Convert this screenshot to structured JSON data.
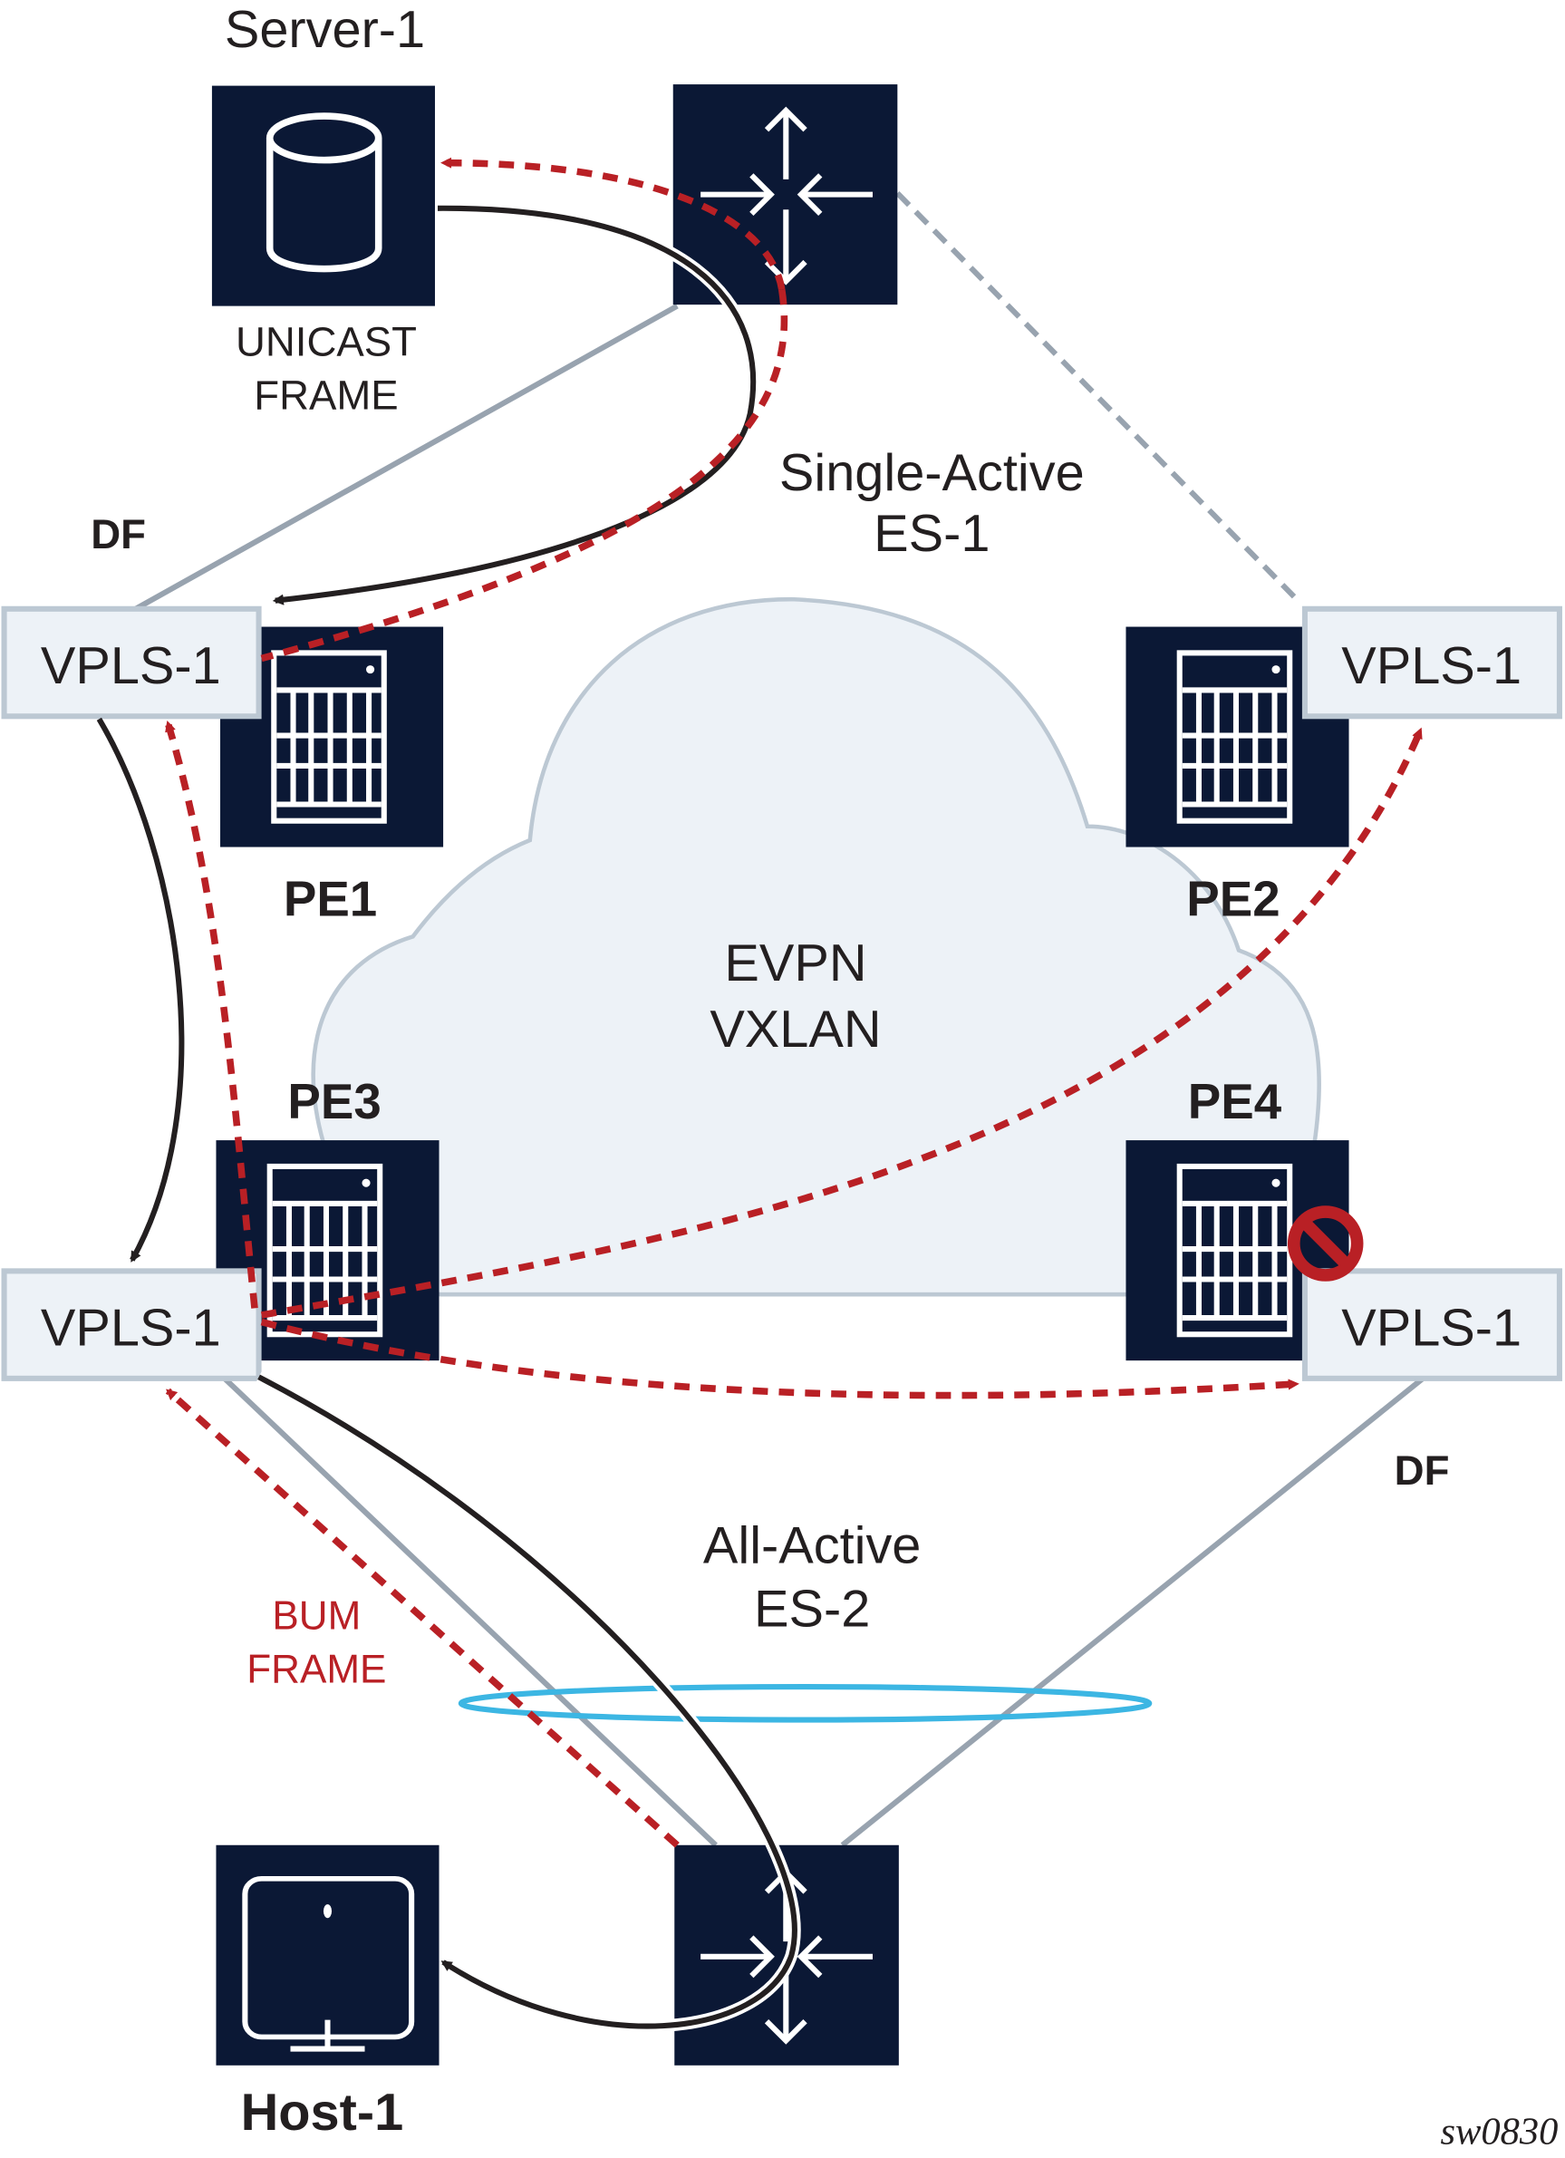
{
  "nodes": {
    "server": {
      "label": "Server-1",
      "sublabel_1": "UNICAST",
      "sublabel_2": "FRAME"
    },
    "host": {
      "label": "Host-1"
    },
    "pe1": {
      "label": "PE1",
      "service": "VPLS-1",
      "role": "DF"
    },
    "pe2": {
      "label": "PE2",
      "service": "VPLS-1"
    },
    "pe3": {
      "label": "PE3",
      "service": "VPLS-1"
    },
    "pe4": {
      "label": "PE4",
      "service": "VPLS-1",
      "role": "DF"
    }
  },
  "cloud": {
    "line_1": "EVPN",
    "line_2": "VXLAN"
  },
  "segments": {
    "es1": {
      "line_1": "Single-Active",
      "line_2": "ES-1"
    },
    "es2": {
      "line_1": "All-Active",
      "line_2": "ES-2"
    }
  },
  "annotations": {
    "bum_1": "BUM",
    "bum_2": "FRAME"
  },
  "figure_id": "sw0830",
  "colors": {
    "navy": "#0b1835",
    "red": "#b92025",
    "gray_link": "#98a3af",
    "cloud_fill": "#edf2f7",
    "cloud_stroke": "#bcc8d3",
    "vpls_fill": "#edf2f7",
    "vpls_stroke": "#bcc8d3",
    "lag_ring": "#3cb6e3"
  }
}
